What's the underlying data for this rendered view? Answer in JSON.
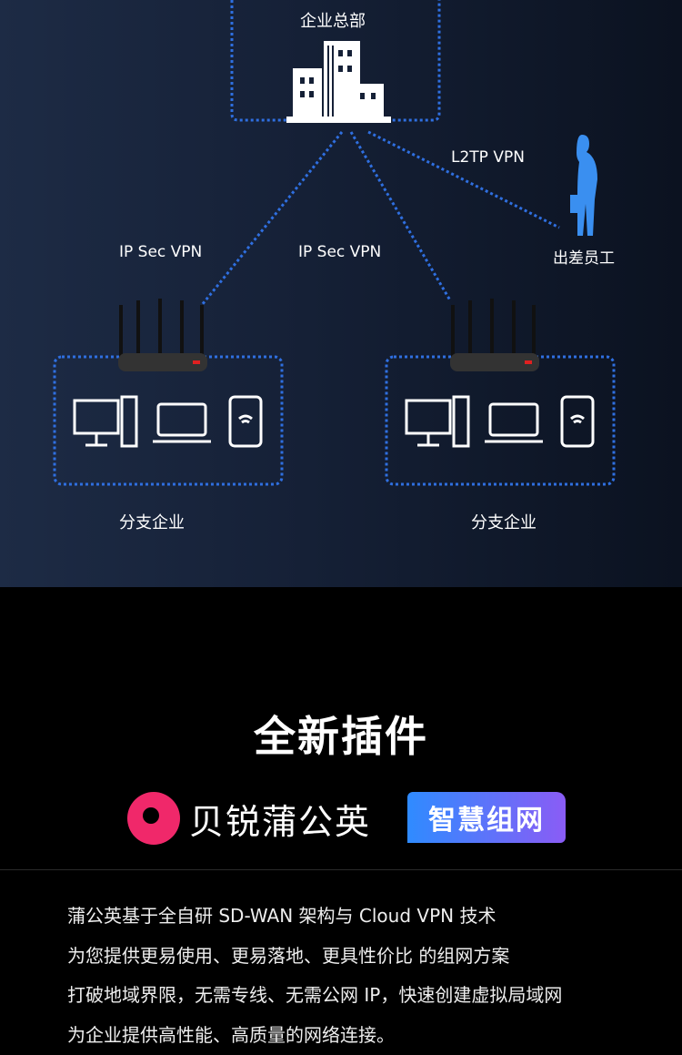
{
  "diagram": {
    "hq_label": "企业总部",
    "vpn_left": "IP Sec VPN",
    "vpn_middle": "IP Sec VPN",
    "vpn_right": "L2TP VPN",
    "traveler_label": "出差员工",
    "branch_left": "分支企业",
    "branch_right": "分支企业",
    "colors": {
      "dashed_line": "#2f6fe0",
      "person": "#3a8ff0"
    }
  },
  "plugin": {
    "title": "全新插件",
    "brand_name": "贝锐蒲公英",
    "badge": "智慧组网",
    "colors": {
      "logo": "#f0286a",
      "badge_start": "#2f8bff",
      "badge_end": "#8a5cf5"
    },
    "description": [
      "蒲公英基于全自研 SD-WAN 架构与 Cloud VPN 技术",
      "为您提供更易使用、更易落地、更具性价比 的组网方案",
      "打破地域界限，无需专线、无需公网 IP，快速创建虚拟局域网",
      "为企业提供高性能、高质量的网络连接。"
    ]
  }
}
